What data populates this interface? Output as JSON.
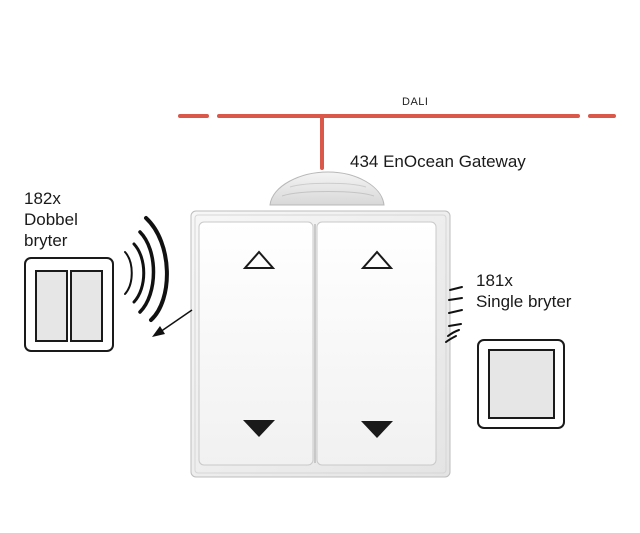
{
  "bus": {
    "label": "DALI",
    "color": "#d9584a"
  },
  "gateway": {
    "label": "434 EnOcean Gateway"
  },
  "double_switch": {
    "count": "182x",
    "name_line1": "Dobbel",
    "name_line2": "bryter"
  },
  "single_switch": {
    "count": "181x",
    "name_line1": "Single bryter"
  },
  "main_switch": {
    "rockers": [
      {
        "up_icon": "triangle-up-outline-icon",
        "down_icon": "triangle-down-filled-icon"
      },
      {
        "up_icon": "triangle-up-outline-icon",
        "down_icon": "triangle-down-filled-icon"
      }
    ]
  },
  "colors": {
    "switch_frame": "#f2f2f2",
    "rocker": "#fafafa",
    "icon_fill": "#e6e6e6",
    "outline": "#1a1a1a"
  }
}
